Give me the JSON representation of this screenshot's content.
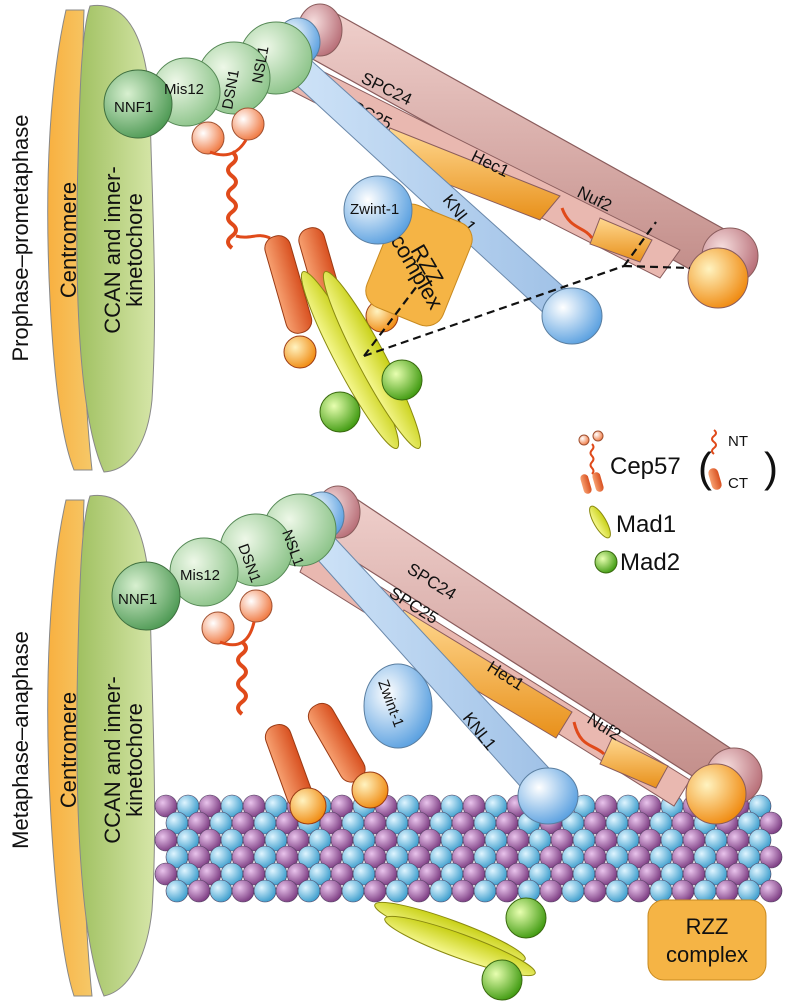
{
  "panels": [
    {
      "id": "top",
      "phase_label": "Prophase–prometaphase",
      "centromere": "Centromere",
      "ccan_line1": "CCAN and inner-",
      "ccan_line2": "kinetochore",
      "nnf1": "NNF1",
      "mis12": "Mis12",
      "dsn1": "DSN1",
      "nsl1": "NSL1",
      "spc24": "SPC24",
      "spc25": "SPC25",
      "hec1": "Hec1",
      "nuf2": "Nuf2",
      "zwint": "Zwint-1",
      "knl1": "KNL1",
      "rzz_line1": "RZZ",
      "rzz_line2": "complex"
    },
    {
      "id": "bottom",
      "phase_label": "Metaphase–anaphase",
      "centromere": "Centromere",
      "ccan_line1": "CCAN and inner-",
      "ccan_line2": "kinetochore",
      "nnf1": "NNF1",
      "mis12": "Mis12",
      "dsn1": "DSN1",
      "nsl1": "NSL1",
      "spc24": "SPC24",
      "spc25": "SPC25",
      "hec1": "Hec1",
      "nuf2": "Nuf2",
      "zwint": "Zwint-1",
      "knl1": "KNL1",
      "rzz_line1": "RZZ",
      "rzz_line2": "complex"
    }
  ],
  "legend": {
    "cep57": "Cep57",
    "nt": "NT",
    "ct": "CT",
    "mad1": "Mad1",
    "mad2": "Mad2"
  },
  "colors": {
    "centromere": "#f5a623",
    "ccan": "#b8cf7a",
    "mis12_complex": "#8fcf8f",
    "ndc80_tail": "#d9a0a0",
    "hec1": "#f0a030",
    "knl1": "#a8c8ec",
    "zwint": "#6ab8ee",
    "rzz": "#f5b445",
    "cep57": "#e8602a",
    "mad1": "#e6ea3a",
    "mad2": "#7cc21c",
    "tubulin_a": "#9a5b9e",
    "tubulin_b": "#5ab8dd"
  }
}
